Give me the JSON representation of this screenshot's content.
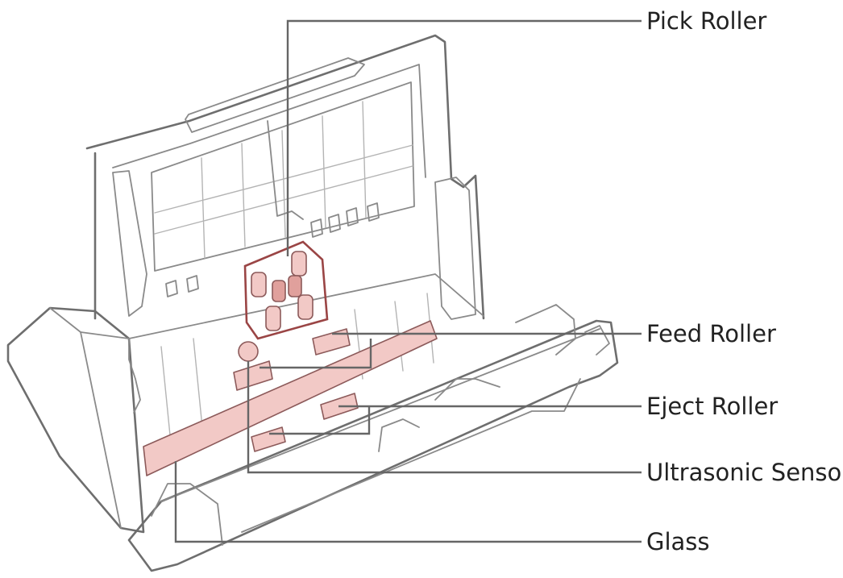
{
  "labels": {
    "pick_roller": "Pick Roller",
    "feed_roller": "Feed Roller",
    "eject_roller": "Eject Roller",
    "ultrasonic_sensor": "Ultrasonic Sensor",
    "glass": "Glass"
  },
  "colors": {
    "highlight_fill": "#f2c9c6",
    "highlight_dark": "#e0a09c",
    "line": "#6e6e6e",
    "label_text": "#222222"
  }
}
